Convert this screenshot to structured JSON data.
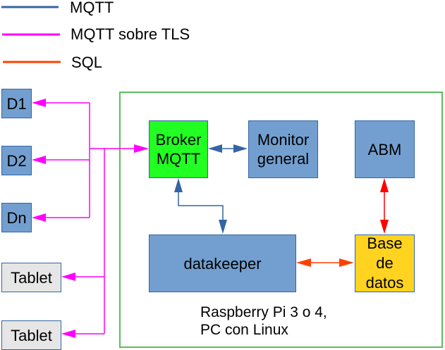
{
  "legend": [
    {
      "label": "MQTT",
      "color": "#3465a4"
    },
    {
      "label": "MQTT sobre TLS",
      "color": "#ff00ff"
    },
    {
      "label": "SQL",
      "color": "#ff4000"
    }
  ],
  "devices": {
    "d1": "D1",
    "d2": "D2",
    "dn": "Dn",
    "tablet1": "Tablet",
    "tablet2": "Tablet"
  },
  "nodes": {
    "broker_line1": "Broker",
    "broker_line2": "MQTT",
    "monitor_line1": "Monitor",
    "monitor_line2": "general",
    "abm": "ABM",
    "datakeeper": "datakeeper",
    "db_line1": "Base",
    "db_line2": "de",
    "db_line3": "datos"
  },
  "container_caption": {
    "line1": "Raspberry Pi 3 o 4,",
    "line2": "PC con Linux"
  },
  "colors": {
    "mqtt": "#3465a4",
    "tls": "#ff00ff",
    "sql": "#ff4000",
    "abm_db": "#ff0000",
    "container": "#5dbb5d"
  }
}
